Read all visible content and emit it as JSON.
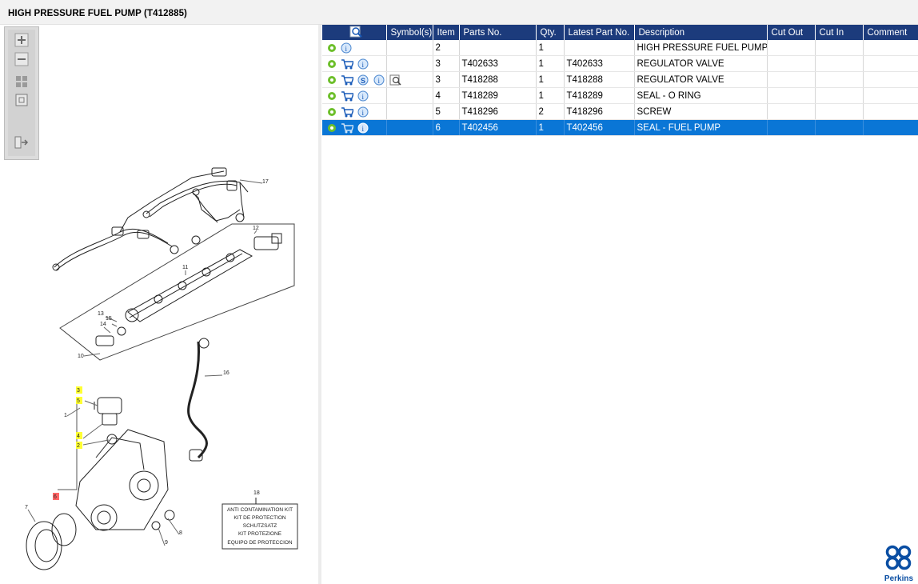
{
  "title": "HIGH PRESSURE FUEL PUMP (T412885)",
  "toolbar": {
    "zoom_in": "zoom-in-icon",
    "zoom_out": "zoom-out-icon",
    "fit_page": "fit-page-icon",
    "actual_size": "actual-size-icon",
    "export": "export-icon"
  },
  "table": {
    "headers": {
      "icons": "",
      "symbols": "Symbol(s)",
      "item": "Item",
      "parts_no": "Parts No.",
      "qty": "Qty.",
      "latest_part_no": "Latest Part No.",
      "description": "Description",
      "cut_out": "Cut Out",
      "cut_in": "Cut In",
      "comment": "Comment"
    },
    "rows": [
      {
        "item": "2",
        "parts_no": "",
        "qty": "1",
        "latest": "",
        "description": "HIGH PRESSURE FUEL PUMP",
        "cut_out": "",
        "cut_in": "",
        "comment": ""
      },
      {
        "item": "3",
        "parts_no": "T402633",
        "qty": "1",
        "latest": "T402633",
        "description": "REGULATOR VALVE",
        "cut_out": "",
        "cut_in": "",
        "comment": ""
      },
      {
        "item": "3",
        "parts_no": "T418288",
        "qty": "1",
        "latest": "T418288",
        "description": "REGULATOR VALVE",
        "cut_out": "",
        "cut_in": "",
        "comment": ""
      },
      {
        "item": "4",
        "parts_no": "T418289",
        "qty": "1",
        "latest": "T418289",
        "description": "SEAL - O RING",
        "cut_out": "",
        "cut_in": "",
        "comment": ""
      },
      {
        "item": "5",
        "parts_no": "T418296",
        "qty": "2",
        "latest": "T418296",
        "description": "SCREW",
        "cut_out": "",
        "cut_in": "",
        "comment": ""
      },
      {
        "item": "6",
        "parts_no": "T402456",
        "qty": "1",
        "latest": "T402456",
        "description": "SEAL - FUEL PUMP",
        "cut_out": "",
        "cut_in": "",
        "comment": ""
      }
    ],
    "selected_row": 5,
    "row_icons": [
      "gear-icon",
      "cart-icon",
      "supersession-icon",
      "info-icon"
    ],
    "symbol_icon": "magnify-page-icon"
  },
  "diagram": {
    "callouts": [
      "17",
      "12",
      "11",
      "13",
      "15",
      "14",
      "10",
      "16",
      "3",
      "5",
      "1",
      "4",
      "2",
      "6",
      "7",
      "8",
      "9",
      "18"
    ],
    "kit_label_number": "18",
    "kit_label_lines": [
      "ANTI CONTAMINATION KIT",
      "KIT DE PROTECTION",
      "SCHUTZSATZ",
      "KIT PROTEZIONE",
      "EQUIPO DE PROTECCION"
    ]
  },
  "brand": {
    "name": "Perkins",
    "color": "#0a4ea3"
  },
  "colors": {
    "header": "#1c3b7c",
    "selected": "#0a76d6",
    "highlight": "#ffff33",
    "highlight_red": "#ff6666"
  }
}
